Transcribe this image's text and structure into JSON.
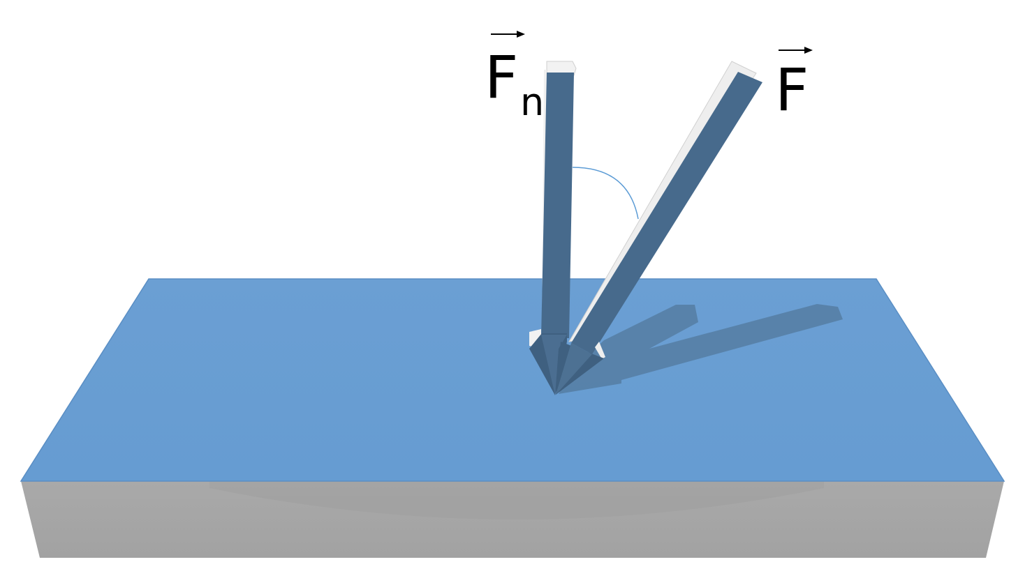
{
  "labels": {
    "normal_force_symbol": "F",
    "normal_force_subscript": "n",
    "applied_force_symbol": "F"
  },
  "colors": {
    "slab_top": "#6a9fd2",
    "slab_side": "#a6a6a6",
    "arrow_face": "#476a8c",
    "arrow_highlight": "#f2f2f2",
    "shadow": "#4d6f90",
    "angle_arc": "#5b9bd5",
    "label": "#000000"
  }
}
